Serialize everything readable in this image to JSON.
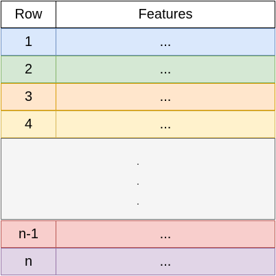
{
  "header": {
    "row_label": "Row",
    "features_label": "Features"
  },
  "rows": [
    {
      "row": "1",
      "features": "...",
      "fill": "#dae8fc",
      "stroke": "#6c8ebf"
    },
    {
      "row": "2",
      "features": "...",
      "fill": "#d5e8d4",
      "stroke": "#82b366"
    },
    {
      "row": "3",
      "features": "...",
      "fill": "#ffe6cc",
      "stroke": "#d79b00"
    },
    {
      "row": "4",
      "features": "...",
      "fill": "#fff2cc",
      "stroke": "#d6b656"
    },
    {
      "row": "n-1",
      "features": "...",
      "fill": "#f8cecc",
      "stroke": "#b85450"
    },
    {
      "row": "n",
      "features": "...",
      "fill": "#e1d5e7",
      "stroke": "#9673a6"
    }
  ],
  "gap": {
    "dots": [
      ".",
      ".",
      "."
    ],
    "fill": "#f5f5f5",
    "stroke": "#666666"
  }
}
